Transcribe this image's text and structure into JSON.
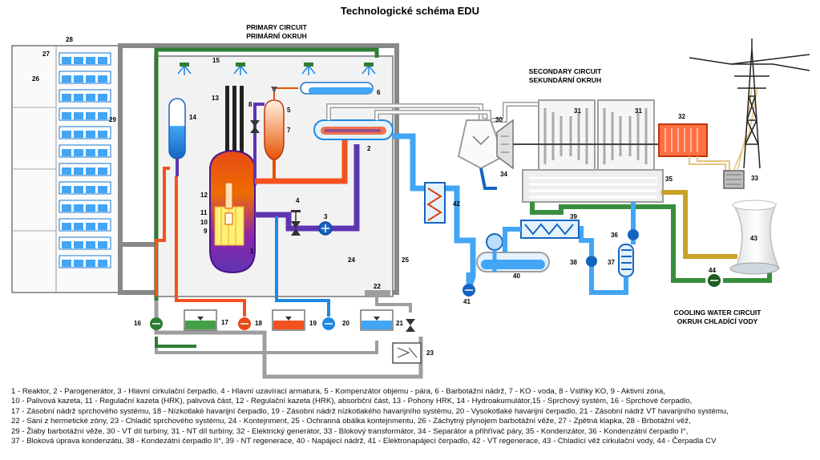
{
  "title": "Technologické schéma EDU",
  "sections": {
    "primary": [
      "PRIMARY CIRCUIT",
      "PRIMÁRNÍ OKRUH"
    ],
    "secondary": [
      "SECONDARY CIRCUIT",
      "SEKUNDÁRNÍ OKRUH"
    ],
    "cooling": [
      "COOLING WATER CIRCUIT",
      "OKRUH CHLADÍCÍ VODY"
    ]
  },
  "labels": {
    "n1": "1",
    "n2": "2",
    "n3": "3",
    "n4": "4",
    "n5": "5",
    "n6": "6",
    "n7": "7",
    "n8": "8",
    "n9": "9",
    "n10": "10",
    "n11": "11",
    "n12": "12",
    "n13": "13",
    "n14": "14",
    "n15": "15",
    "n16": "16",
    "n17": "17",
    "n18": "18",
    "n19": "19",
    "n20": "20",
    "n21": "21",
    "n22": "22",
    "n23": "23",
    "n24": "24",
    "n25": "25",
    "n26": "26",
    "n27": "27",
    "n28": "28",
    "n29": "29",
    "n30": "30",
    "n31a": "31",
    "n31b": "31",
    "n32": "32",
    "n33": "33",
    "n34": "34",
    "n35": "35",
    "n36": "36",
    "n37": "37",
    "n38": "38",
    "n39": "39",
    "n40": "40",
    "n41": "41",
    "n42": "42",
    "n43": "43",
    "n44": "44"
  },
  "legend": [
    "1 - Reaktor, 2 - Parogenerátor, 3 - Hlavní cirkulační čerpadlo, 4 - Hlavní uzavírací armatura, 5 - Kompenzátor objemu - pára, 6 - Barbotážní nádrž, 7 - KO - voda, 8 - Vstřiky KO,  9 - Aktivní zóna,",
    "10 - Palivová kazeta, 11 - Regulační kazeta (HRK), palivová část, 12 - Regulační kazeta (HRK), absorbční část, 13 - Pohony HRK, 14 - Hydroakumulátor,15 - Sprchový systém, 16 - Sprchové čerpadlo,",
    "17 - Zásobní nádrž sprchového systému, 18 - Nízkotlaké havarijní čerpadlo, 19 - Zásobní nádrž nízkotlakého havarijního systému, 20 - Vysokotlaké havarijní čerpadlo, 21 - Zásobní nádrž VT havarijního systému,",
    "22 - Sání z hermetické zóny, 23 - Chladič sprchového systému, 24 - Kontejnment, 25 - Ochranná obálka kontejnmentu, 26 - Záchytný plynojem barbotážní věže, 27 - Zpětná klapka, 28 - Brbotážní věž,",
    "29 - Žlaby barbotážní věže, 30 - VT díl turbíny, 31 - NT díl turbíny, 32 - Elektrický generátor, 33 - Blokový transformátor, 34 - Separátor a přihřívač páry, 35 - Kondenzátor, 36 - Kondenzátní čerpadlo I°,",
    "37 - Bloková úprava kondenzátu, 38 - Kondezátní čerpadlo II°, 39 - NT regenerace, 40 - Napájecí nádrž, 41 - Elektronapájecí čerpadlo, 42 - VT regenerace, 43 - Chladící věž cirkulační vody, 44 - Čerpadla CV"
  ]
}
